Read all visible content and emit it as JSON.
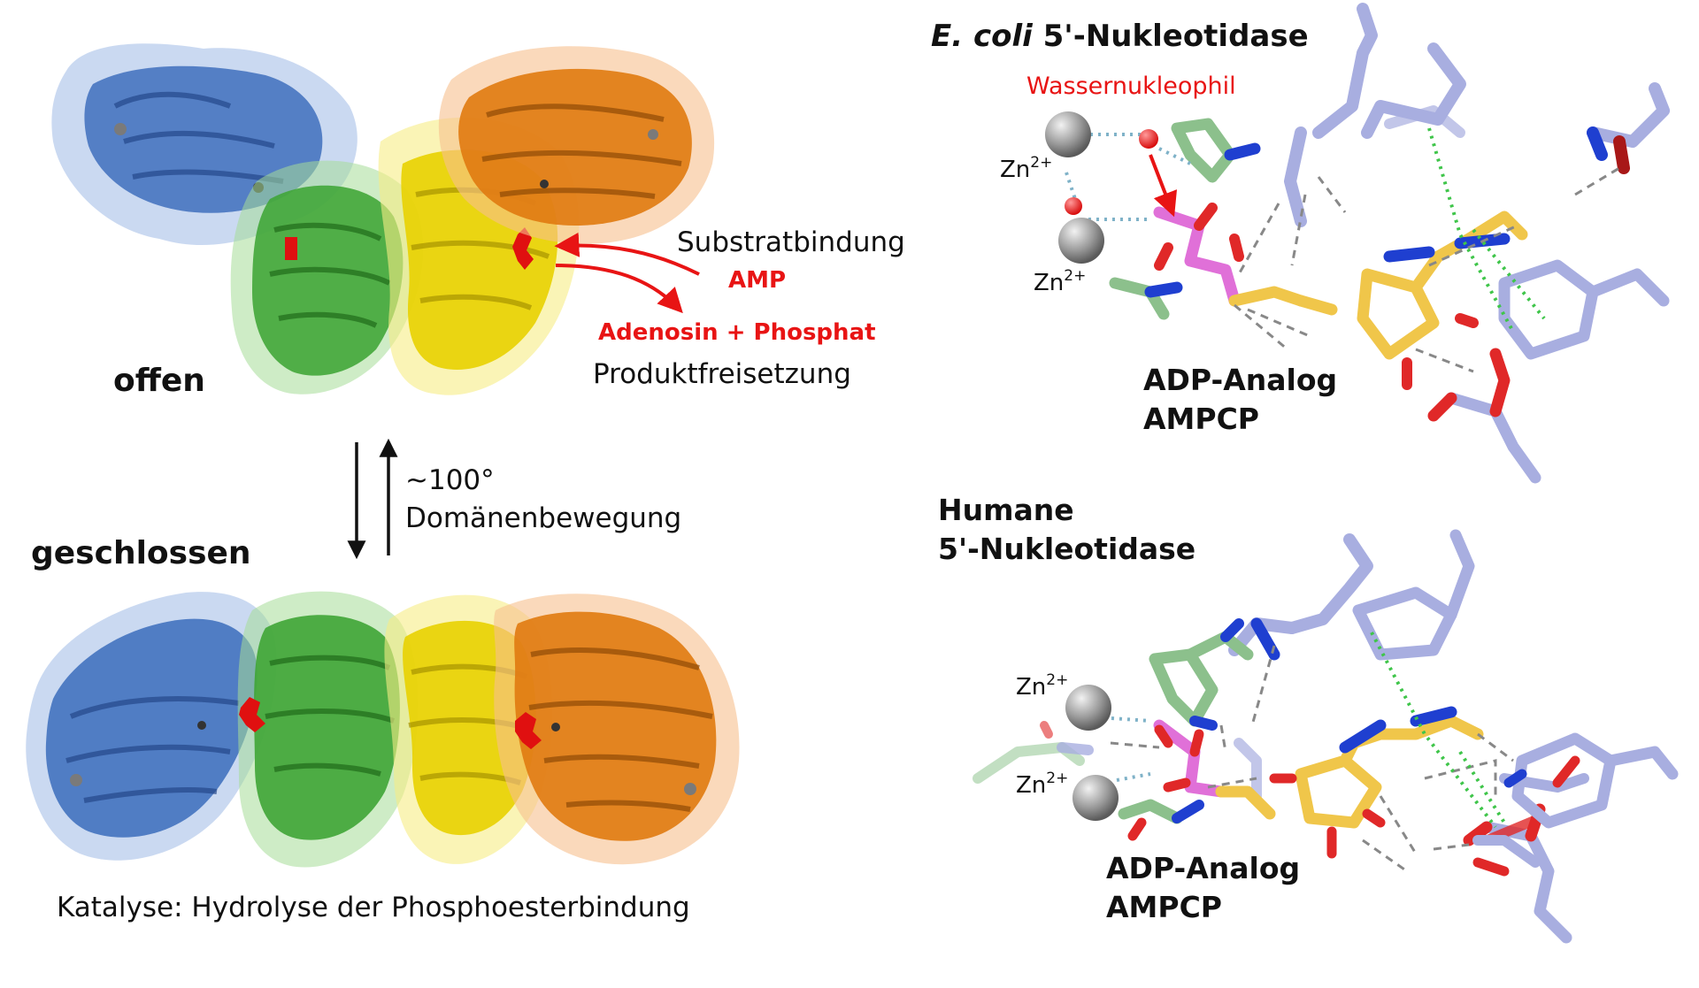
{
  "labels": {
    "state_open": "offen",
    "state_closed": "geschlossen",
    "substrate_binding": "Substratbindung",
    "amp": "AMP",
    "products": "Adenosin + Phosphat",
    "product_release": "Produktfreisetzung",
    "angle": "~100°",
    "domain_motion": "Domänenbewegung",
    "catalysis": "Katalyse: Hydrolyse der Phosphoesterbindung"
  },
  "ecoli_panel": {
    "title_italic": "E. coli",
    "title_rest": " 5'-Nukleotidase",
    "nucleophile": "Wassernukleophil",
    "ligand_line1": "ADP-Analog",
    "ligand_line2": "AMPCP"
  },
  "human_panel": {
    "title_line1": "Humane",
    "title_line2": "5'-Nukleotidase",
    "ligand_line1": "ADP-Analog",
    "ligand_line2": "AMPCP"
  },
  "ions": {
    "zn_base": "Zn",
    "zn_charge": "2+"
  },
  "colors": {
    "domain_blue": "#3f6fbd",
    "domain_green": "#3fa535",
    "domain_yellow": "#e8d200",
    "domain_orange": "#e07a10",
    "ligand_red": "#e01010",
    "stick_lavender": "#a8aee0",
    "stick_carbon_ligand": "#f0c64a",
    "stick_phosphorus": "#e070d8",
    "stick_nitrogen": "#1f3fd0",
    "stick_oxygen": "#e02828",
    "stick_green_residue": "#8cc08c",
    "zinc_grey": "#8a8a8a"
  }
}
